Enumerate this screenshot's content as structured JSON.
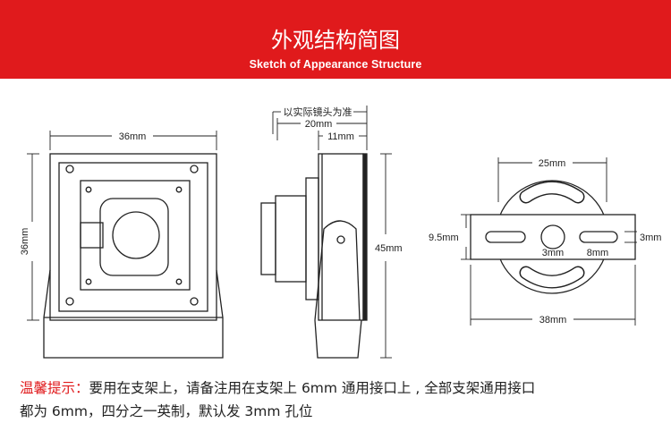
{
  "header": {
    "title_cn": "外观结构简图",
    "title_en": "Sketch of Appearance Structure",
    "color": "#e01a1c"
  },
  "front_view": {
    "width_label": "36mm",
    "height_label": "36mm"
  },
  "side_view": {
    "lens_note": "以实际镜头为准",
    "depth_label": "20mm",
    "plate_label": "11mm",
    "height_label": "45mm"
  },
  "bracket_view": {
    "disc_label": "25mm",
    "plate_height_label": "9.5mm",
    "slot_label": "3mm",
    "hole_label": "3mm",
    "offset_label": "8mm",
    "width_label": "38mm"
  },
  "notes": {
    "prefix": "温馨提示：",
    "line1": "要用在支架上，请备注用在支架上 6mm 通用接口上 , 全部支架通用接口",
    "line2": "都为 6mm，四分之一英制，默认发 3mm 孔位"
  }
}
